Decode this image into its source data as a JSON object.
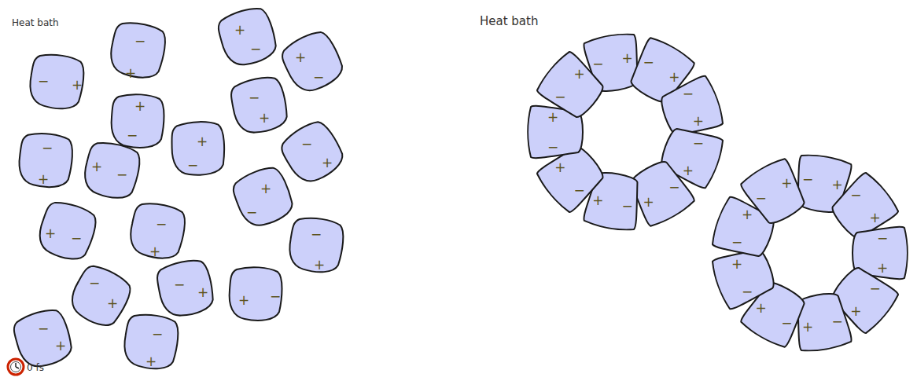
{
  "diagram": {
    "nodes": [
      {
        "text": [
          "−",
          "+"
        ]
      },
      {
        "text": [
          "+",
          "−"
        ]
      },
      {
        "text": [
          "−",
          "+"
        ]
      },
      {
        "text": [
          "+",
          "−"
        ]
      },
      {
        "text": [
          "+",
          "−"
        ]
      },
      {
        "text": [
          "−",
          "+"
        ]
      },
      {
        "text": [
          "−",
          "+"
        ]
      },
      {
        "text": [
          "+",
          "−"
        ]
      },
      {
        "text": [
          "+",
          "−"
        ]
      },
      {
        "text": [
          "−",
          "+"
        ]
      },
      {
        "text": [
          "+",
          "−"
        ]
      },
      {
        "text": [
          "+",
          "−"
        ]
      },
      {
        "text": [
          "−",
          "+"
        ]
      },
      {
        "text": [
          "−",
          "+"
        ]
      },
      {
        "text": [
          "−",
          "+"
        ]
      },
      {
        "text": [
          "−",
          "+"
        ]
      },
      {
        "text": [
          "+",
          "−"
        ]
      },
      {
        "text": [
          "−",
          "+"
        ]
      },
      {
        "text": [
          "−",
          "+"
        ]
      },
      {
        "text": [
          "−",
          "+"
        ]
      },
      {
        "text": [
          "−",
          "+"
        ]
      },
      {
        "text": [
          "−",
          "+"
        ]
      },
      {
        "text": [
          "−",
          "+"
        ]
      },
      {
        "text": [
          "−",
          "+"
        ]
      },
      {
        "text": [
          "−",
          "+"
        ]
      },
      {
        "text": [
          "−",
          "+"
        ]
      },
      {
        "text": [
          "−",
          "+"
        ]
      },
      {
        "text": [
          "−",
          "+"
        ]
      },
      {
        "text": [
          "−",
          "+"
        ]
      },
      {
        "text": [
          "−",
          "+"
        ]
      },
      {
        "text": [
          "−",
          "+"
        ]
      },
      {
        "text": [
          "−",
          "+"
        ]
      },
      {
        "text": [
          "−",
          "+"
        ]
      },
      {
        "text": [
          "−",
          "+"
        ]
      },
      {
        "text": [
          "−",
          "+"
        ]
      },
      {
        "text": [
          "−",
          "+"
        ]
      },
      {
        "text": [
          "−",
          "+"
        ]
      }
    ],
    "labels": [
      "Heat bath",
      "Heat bath",
      "0 fs"
    ]
  }
}
